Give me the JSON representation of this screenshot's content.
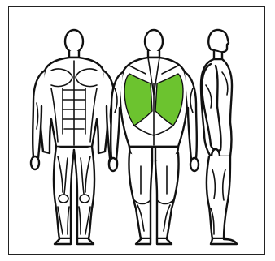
{
  "diagram": {
    "views": [
      "front",
      "back",
      "side"
    ],
    "highlighted_muscle": "latissimus-dorsi",
    "highlighted_view": "back",
    "colors": {
      "highlight": "#6cc32f",
      "outline": "#111111",
      "border": "#222222",
      "background": "#ffffff"
    }
  }
}
